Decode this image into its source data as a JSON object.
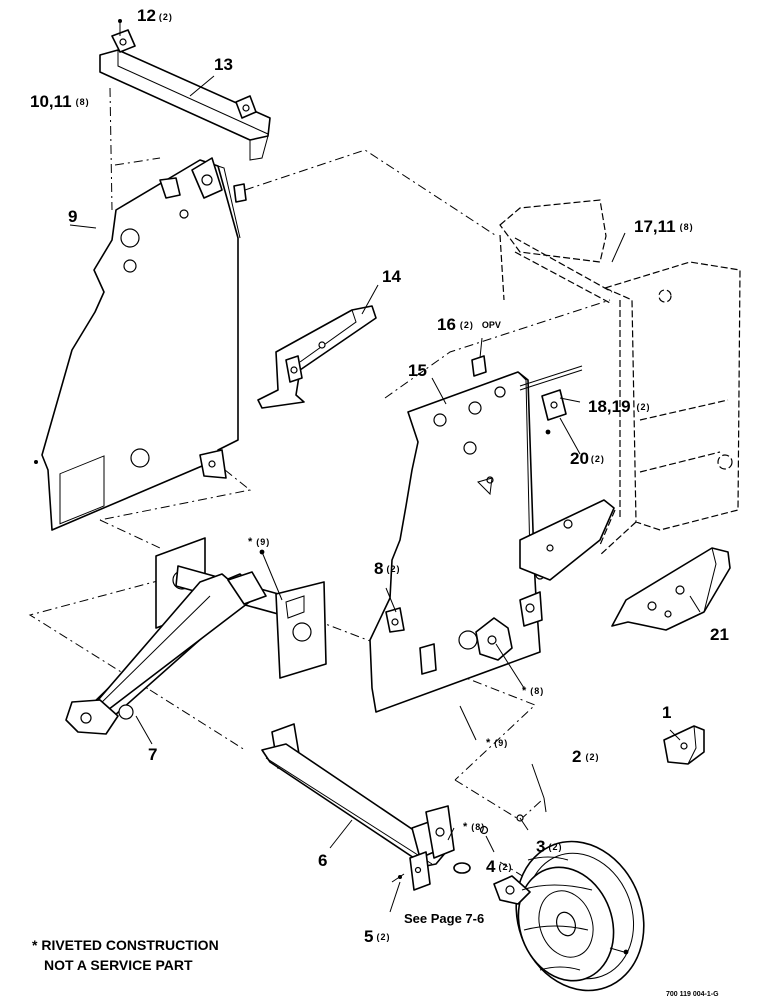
{
  "labels": {
    "l12": {
      "num": "12",
      "qty": "(2)"
    },
    "l13": {
      "num": "13"
    },
    "l10_11": {
      "num": "10,11",
      "qty": "(8)"
    },
    "l9": {
      "num": "9"
    },
    "l14": {
      "num": "14"
    },
    "l16": {
      "num": "16",
      "qty": "(2)",
      "suffix": "OPV"
    },
    "l15": {
      "num": "15"
    },
    "l17_11": {
      "num": "17,11",
      "qty": "(8)"
    },
    "l18_19": {
      "num": "18,19",
      "qty": "(2)"
    },
    "l20": {
      "num": "20",
      "qty": "(2)"
    },
    "lstar9a": {
      "mark": "*",
      "qty": "(9)"
    },
    "l8": {
      "num": "8",
      "qty": "(2)"
    },
    "lstar8a": {
      "mark": "*",
      "qty": "(8)"
    },
    "l21": {
      "num": "21"
    },
    "l7": {
      "num": "7"
    },
    "lstar9b": {
      "mark": "*",
      "qty": "(9)"
    },
    "l1": {
      "num": "1"
    },
    "l2": {
      "num": "2",
      "qty": "(2)"
    },
    "lstar8b": {
      "mark": "*",
      "qty": "(8)"
    },
    "l3": {
      "num": "3",
      "qty": "(2)"
    },
    "l6": {
      "num": "6"
    },
    "l4": {
      "num": "4",
      "qty": "(2)"
    },
    "l5": {
      "num": "5",
      "qty": "(2)"
    }
  },
  "see_page": "See Page 7-6",
  "footnote": {
    "line1": "* RIVETED CONSTRUCTION",
    "line2": "NOT A SERVICE PART"
  },
  "drawing_code": "700 119 004-1-G"
}
